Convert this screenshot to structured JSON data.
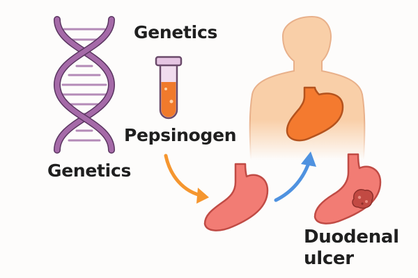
{
  "labels": {
    "genetics_top": "Genetics",
    "genetics_bottom": "Genetics",
    "pepsinogen": "Pepsinogen",
    "duodenal_line1": "Duodenal",
    "duodenal_line2": "ulcer"
  },
  "icons": {
    "dna": "dna-icon",
    "test_tube": "test-tube-icon",
    "torso": "human-torso-icon",
    "stomach_in_body": "stomach-icon",
    "stomach_center": "stomach-icon",
    "stomach_ulcer": "ulcerated-stomach-icon",
    "arrow_orange": "curved-arrow-icon",
    "arrow_blue": "curved-arrow-icon"
  },
  "colors": {
    "dna": "#a56aa8",
    "tube_fluid": "#f07a2c",
    "tube_glass": "#f1dcee",
    "torso": "#f9cfa8",
    "stomach_body": "#f47a2f",
    "stomach_pink": "#f27c74",
    "ulcer_spot": "#c24a43",
    "arrow_orange": "#f5962f",
    "arrow_blue": "#4f92e0"
  }
}
